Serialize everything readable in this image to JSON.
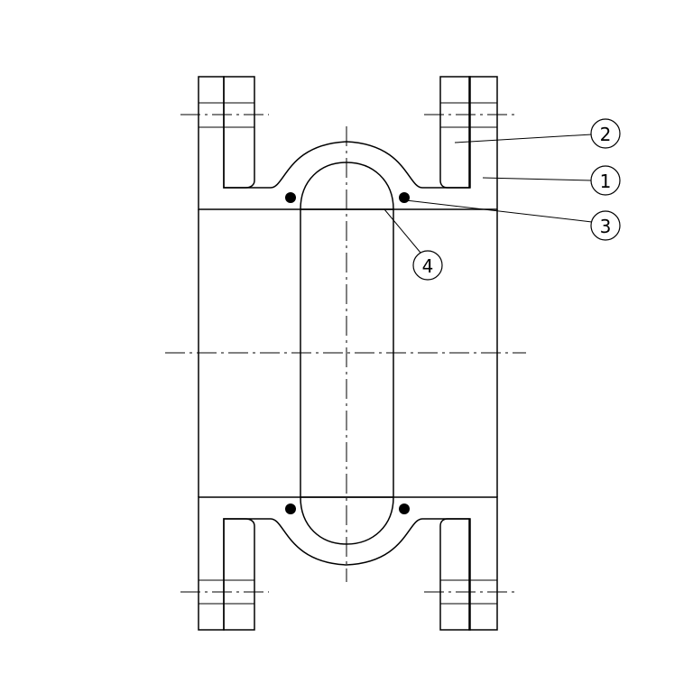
{
  "callouts": [
    {
      "number": "2"
    },
    {
      "number": "1"
    },
    {
      "number": "3"
    },
    {
      "number": "4"
    }
  ],
  "colors": {
    "line": "#000000",
    "background": "#ffffff",
    "filled_ring": "#000000"
  }
}
